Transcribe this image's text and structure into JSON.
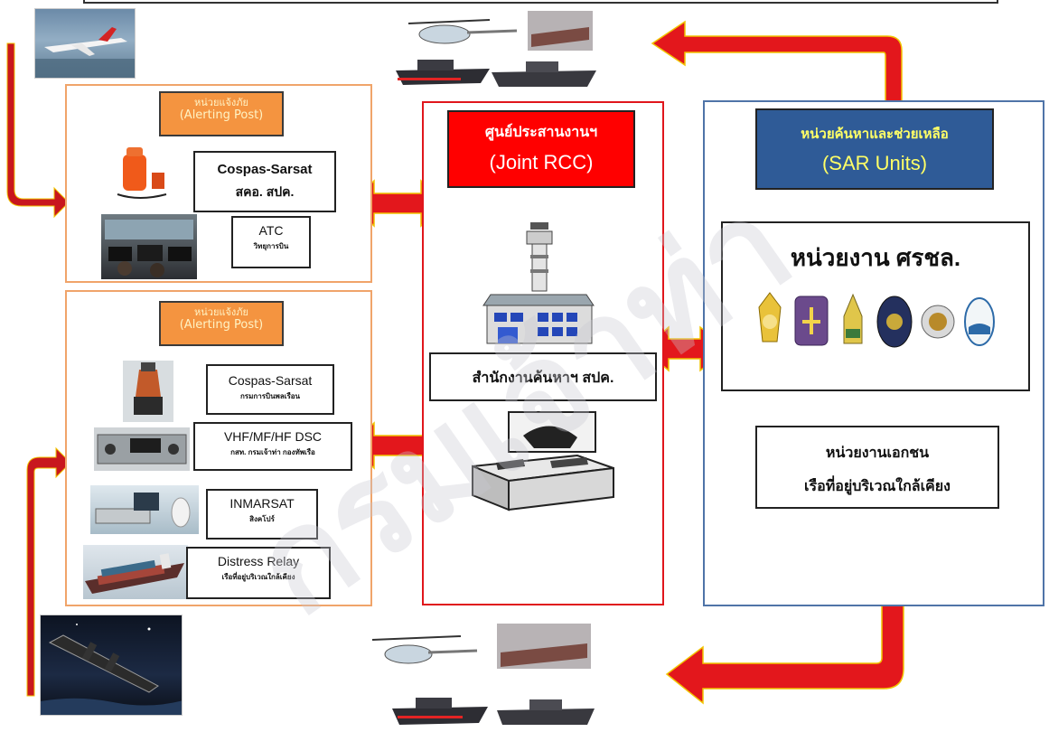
{
  "colors": {
    "arrow": "#e0141c",
    "arrow_edge": "#f6c800",
    "alert_panel": "#f0a46a",
    "rcc_panel": "#e0161c",
    "sar_panel": "#4f74a8",
    "tag_fill": "#f49440",
    "rcc_title": "#ff0000",
    "sar_title": "#2f5b97"
  },
  "alert_top": {
    "tag_line1": "หน่วยแจ้งภัย",
    "tag_line2": "(Alerting Post)",
    "item1": {
      "title": "Cospas-Sarsat",
      "sub": "สคอ. สปค.",
      "icon": "epirb-beacon-photo"
    },
    "item2": {
      "title": "ATC",
      "sub": "วิทยุการบิน",
      "icon": "control-room-photo"
    }
  },
  "alert_bottom": {
    "tag_line1": "หน่วยแจ้งภัย",
    "tag_line2": "(Alerting Post)",
    "items": [
      {
        "title": "Cospas-Sarsat",
        "sub": "กรมการบินพลเรือน",
        "icon": "beacon-photo"
      },
      {
        "title": "VHF/MF/HF DSC",
        "sub": "กสท. กรมเจ้าท่า กองทัพเรือ",
        "icon": "radio-set-photo"
      },
      {
        "title": "INMARSAT",
        "sub": "สิงคโปร์",
        "icon": "satcom-terminal-photo"
      },
      {
        "title": "Distress Relay",
        "sub": "เรือที่อยู่บริเวณใกล้เคียง",
        "icon": "cargo-ship-photo"
      }
    ]
  },
  "rcc": {
    "title_thai": "ศูนย์ประสานงานฯ",
    "title_en": "(Joint RCC)",
    "office_label": "สำนักงานค้นหาฯ สปค.",
    "building_icon": "control-tower-building-icon",
    "desk_icon": "operations-desk-icon"
  },
  "sar": {
    "title_thai": "หน่วยค้นหาและช่วยเหลือ",
    "title_en": "(SAR Units)",
    "gov_label": "หน่วยงาน ศรชล.",
    "emblems": [
      "navy-emblem",
      "marine-emblem",
      "agency-emblem",
      "police-emblem",
      "army-emblem",
      "harbor-emblem"
    ],
    "private_line1": "หน่วยงานเอกชน",
    "private_line2": "เรือที่อยู่บริเวณใกล้เคียง"
  },
  "watermark": "กรมเจ้าท่า",
  "scene": {
    "top_left": "aircraft-ditching-photo",
    "bottom_left": "sinking-ship-photo",
    "top_assets": "helicopter-and-vessels-photo",
    "bottom_assets": "helicopter-and-vessels-photo"
  }
}
